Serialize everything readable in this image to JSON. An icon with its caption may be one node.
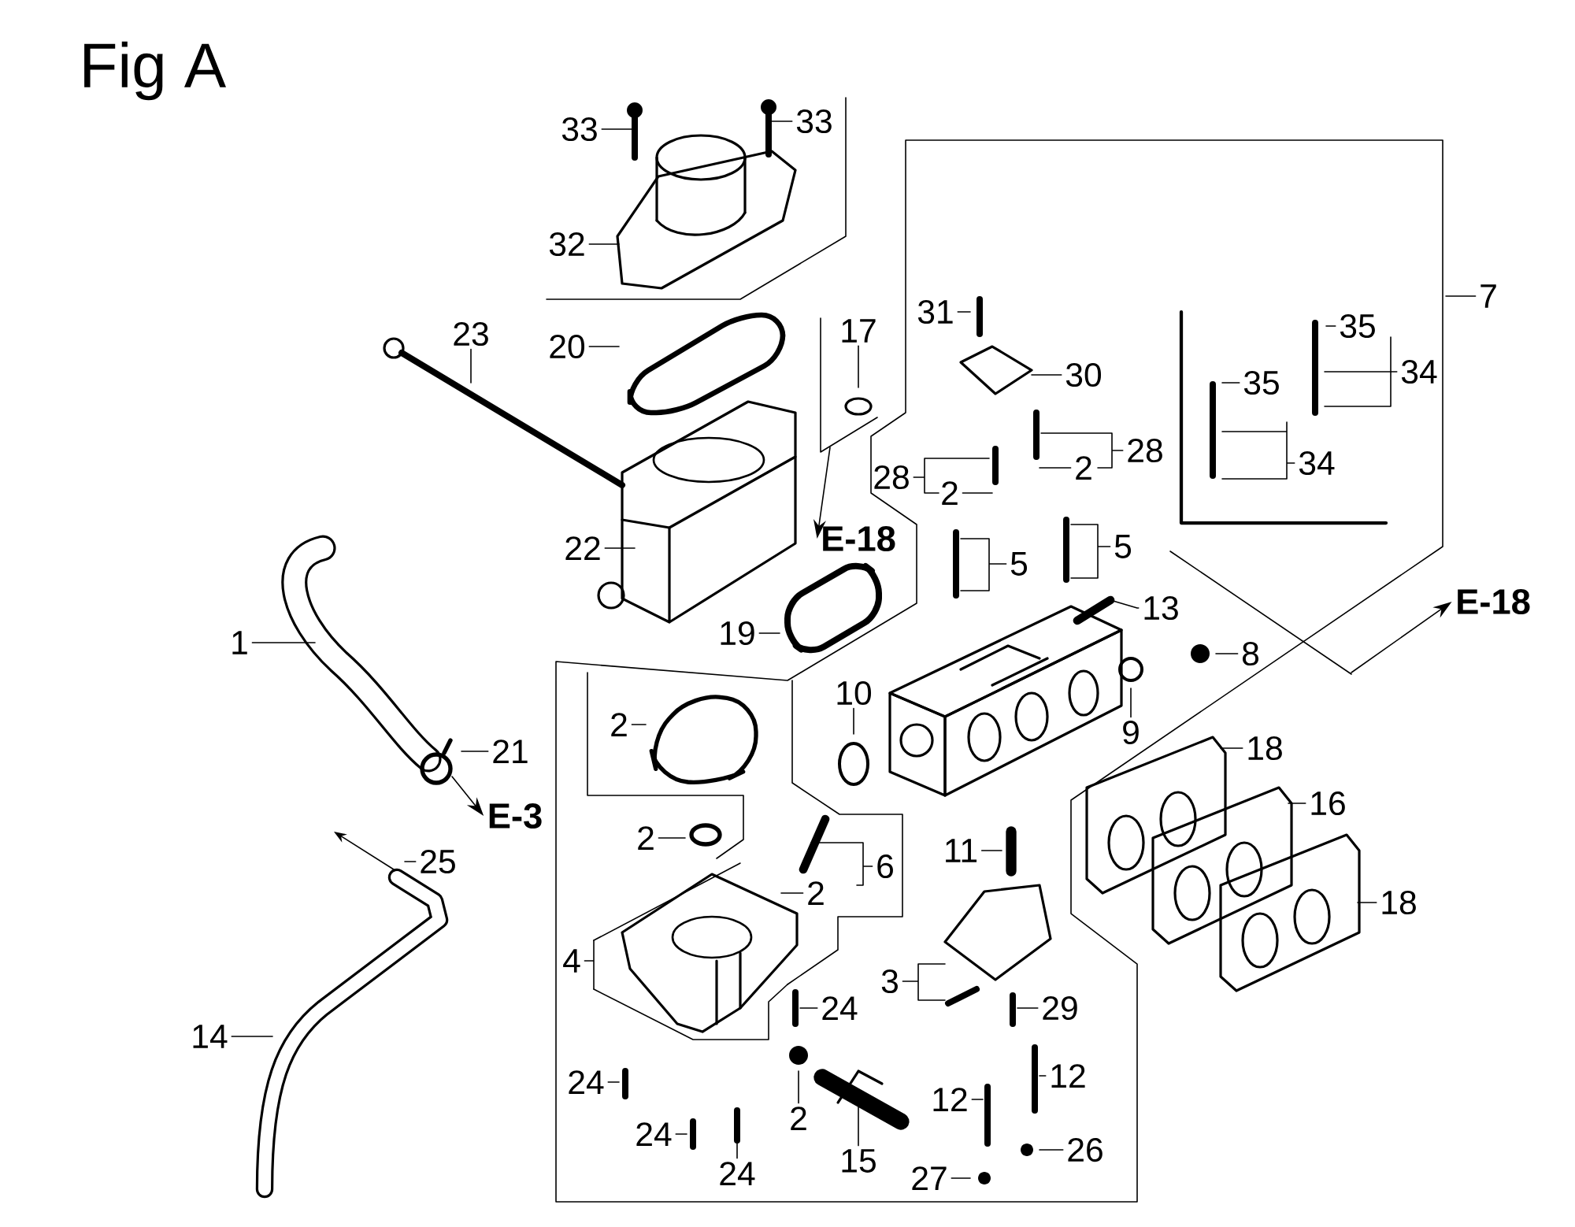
{
  "diagram": {
    "title": "Fig A",
    "nodes": [
      {
        "text": [
          "33"
        ]
      },
      {
        "text": [
          "33"
        ]
      },
      {
        "text": [
          "32"
        ]
      },
      {
        "text": [
          "23"
        ]
      },
      {
        "text": [
          "20"
        ]
      },
      {
        "text": [
          "17"
        ]
      },
      {
        "text": [
          "31"
        ]
      },
      {
        "text": [
          "30"
        ]
      },
      {
        "text": [
          "7"
        ]
      },
      {
        "text": [
          "35"
        ]
      },
      {
        "text": [
          "34"
        ]
      },
      {
        "text": [
          "35"
        ]
      },
      {
        "text": [
          "34"
        ]
      },
      {
        "text": [
          "28"
        ]
      },
      {
        "text": [
          "2"
        ]
      },
      {
        "text": [
          "28"
        ]
      },
      {
        "text": [
          "2"
        ]
      },
      {
        "text": [
          "5"
        ]
      },
      {
        "text": [
          "5"
        ]
      },
      {
        "text": [
          "1"
        ]
      },
      {
        "text": [
          "22"
        ]
      },
      {
        "text": [
          "E-18"
        ]
      },
      {
        "text": [
          "19"
        ]
      },
      {
        "text": [
          "13"
        ]
      },
      {
        "text": [
          "8"
        ]
      },
      {
        "text": [
          "E-18"
        ]
      },
      {
        "text": [
          "10"
        ]
      },
      {
        "text": [
          "2"
        ]
      },
      {
        "text": [
          "9"
        ]
      },
      {
        "text": [
          "18"
        ]
      },
      {
        "text": [
          "21"
        ]
      },
      {
        "text": [
          "16"
        ]
      },
      {
        "text": [
          "E-3"
        ]
      },
      {
        "text": [
          "2"
        ]
      },
      {
        "text": [
          "11"
        ]
      },
      {
        "text": [
          "25"
        ]
      },
      {
        "text": [
          "6"
        ]
      },
      {
        "text": [
          "2"
        ]
      },
      {
        "text": [
          "18"
        ]
      },
      {
        "text": [
          "4"
        ]
      },
      {
        "text": [
          "3"
        ]
      },
      {
        "text": [
          "24"
        ]
      },
      {
        "text": [
          "29"
        ]
      },
      {
        "text": [
          "14"
        ]
      },
      {
        "text": [
          "12"
        ]
      },
      {
        "text": [
          "24"
        ]
      },
      {
        "text": [
          "12"
        ]
      },
      {
        "text": [
          "2"
        ]
      },
      {
        "text": [
          "24"
        ]
      },
      {
        "text": [
          "26"
        ]
      },
      {
        "text": [
          "15"
        ]
      },
      {
        "text": [
          "24"
        ]
      },
      {
        "text": [
          "27"
        ]
      }
    ],
    "edges": [
      {
        "from": 0,
        "to": null,
        "arrow": "none"
      },
      {
        "from": 1,
        "to": null,
        "arrow": "none"
      },
      {
        "from": 2,
        "to": null,
        "arrow": "none"
      },
      {
        "from": 3,
        "to": null,
        "arrow": "none"
      },
      {
        "from": 4,
        "to": null,
        "arrow": "none"
      },
      {
        "from": 5,
        "to": null,
        "arrow": "none"
      },
      {
        "from": 6,
        "to": null,
        "arrow": "none"
      },
      {
        "from": 7,
        "to": null,
        "arrow": "none"
      },
      {
        "from": 8,
        "to": null,
        "arrow": "none"
      },
      {
        "from": 9,
        "to": null,
        "arrow": "none"
      },
      {
        "from": 10,
        "to": null,
        "arrow": "none"
      },
      {
        "from": 11,
        "to": null,
        "arrow": "none"
      },
      {
        "from": 12,
        "to": null,
        "arrow": "none"
      },
      {
        "from": 13,
        "to": null,
        "arrow": "none"
      },
      {
        "from": 14,
        "to": null,
        "arrow": "none"
      },
      {
        "from": 15,
        "to": null,
        "arrow": "none"
      },
      {
        "from": 16,
        "to": null,
        "arrow": "none"
      },
      {
        "from": 17,
        "to": null,
        "arrow": "none"
      },
      {
        "from": 18,
        "to": null,
        "arrow": "none"
      },
      {
        "from": 19,
        "to": null,
        "arrow": "none"
      },
      {
        "from": 20,
        "to": null,
        "arrow": "none"
      },
      {
        "from": null,
        "to": 21,
        "arrow": "to"
      },
      {
        "from": 22,
        "to": null,
        "arrow": "none"
      },
      {
        "from": 23,
        "to": null,
        "arrow": "none"
      },
      {
        "from": 24,
        "to": null,
        "arrow": "none"
      },
      {
        "from": null,
        "to": 25,
        "arrow": "to"
      },
      {
        "from": 26,
        "to": null,
        "arrow": "none"
      },
      {
        "from": 27,
        "to": null,
        "arrow": "none"
      },
      {
        "from": 28,
        "to": null,
        "arrow": "none"
      },
      {
        "from": 29,
        "to": null,
        "arrow": "none"
      },
      {
        "from": 30,
        "to": null,
        "arrow": "none"
      },
      {
        "from": 31,
        "to": null,
        "arrow": "none"
      },
      {
        "from": null,
        "to": 32,
        "arrow": "to"
      },
      {
        "from": 33,
        "to": null,
        "arrow": "none"
      },
      {
        "from": 34,
        "to": null,
        "arrow": "none"
      },
      {
        "from": 35,
        "to": null,
        "arrow": "none"
      },
      {
        "from": 36,
        "to": null,
        "arrow": "none"
      },
      {
        "from": 37,
        "to": null,
        "arrow": "none"
      },
      {
        "from": 38,
        "to": null,
        "arrow": "none"
      },
      {
        "from": 39,
        "to": null,
        "arrow": "none"
      },
      {
        "from": 40,
        "to": null,
        "arrow": "none"
      },
      {
        "from": 41,
        "to": null,
        "arrow": "none"
      },
      {
        "from": 42,
        "to": null,
        "arrow": "none"
      },
      {
        "from": 43,
        "to": null,
        "arrow": "none"
      },
      {
        "from": 44,
        "to": null,
        "arrow": "none"
      },
      {
        "from": 45,
        "to": null,
        "arrow": "none"
      },
      {
        "from": 46,
        "to": null,
        "arrow": "none"
      },
      {
        "from": 47,
        "to": null,
        "arrow": "none"
      },
      {
        "from": 48,
        "to": null,
        "arrow": "none"
      },
      {
        "from": 49,
        "to": null,
        "arrow": "none"
      },
      {
        "from": 50,
        "to": null,
        "arrow": "none"
      },
      {
        "from": 51,
        "to": null,
        "arrow": "none"
      },
      {
        "from": 52,
        "to": null,
        "arrow": "none"
      }
    ]
  }
}
